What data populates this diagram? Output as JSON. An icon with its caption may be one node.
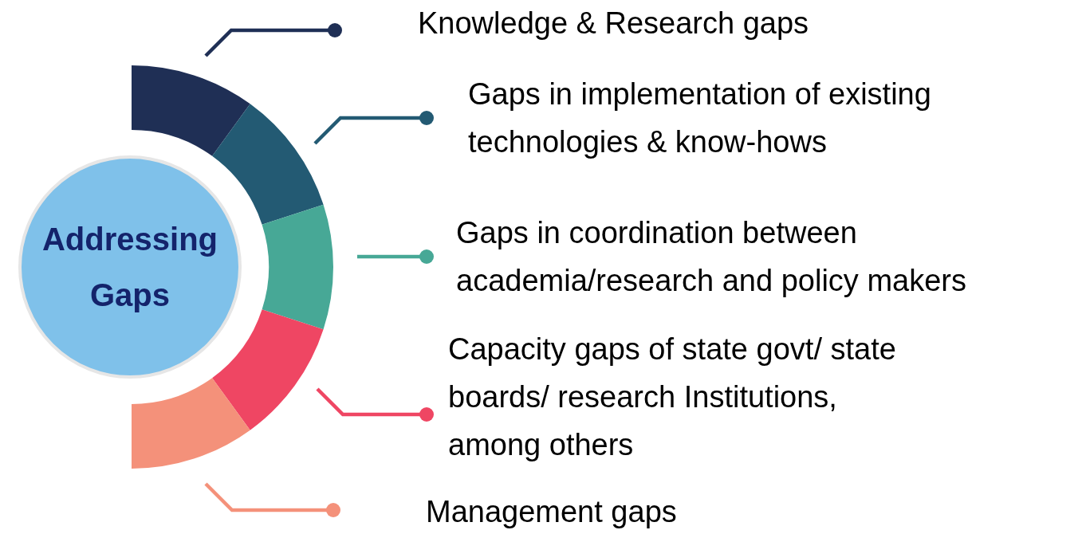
{
  "diagram": {
    "nodes": [
      {
        "text": [
          "Addressing Gaps"
        ]
      },
      {
        "text": [],
        "shape": "arc"
      },
      {
        "text": [],
        "shape": "arc"
      },
      {
        "text": [],
        "shape": "arc"
      },
      {
        "text": [],
        "shape": "arc"
      },
      {
        "text": [],
        "shape": "arc"
      },
      {
        "text": [
          "Knowledge & Research gaps"
        ]
      },
      {
        "text": [
          "Gaps in implementation of existing technologies & know-hows"
        ]
      },
      {
        "text": [
          "Gaps in coordination between academia/research and policy makers"
        ]
      },
      {
        "text": [
          "Capacity gaps of state govt/ state boards/ research Institutions, among others"
        ]
      },
      {
        "text": [
          "Management gaps"
        ]
      }
    ],
    "edges": [
      {
        "from": 1,
        "to": 6,
        "arrow": "other",
        "color": "#1f2f55"
      },
      {
        "from": 2,
        "to": 7,
        "arrow": "other",
        "color": "#235a73"
      },
      {
        "from": 3,
        "to": 8,
        "arrow": "other",
        "color": "#47a896"
      },
      {
        "from": 4,
        "to": 9,
        "arrow": "other",
        "color": "#ef4663"
      },
      {
        "from": 5,
        "to": 10,
        "arrow": "other",
        "color": "#f4917a"
      }
    ]
  }
}
